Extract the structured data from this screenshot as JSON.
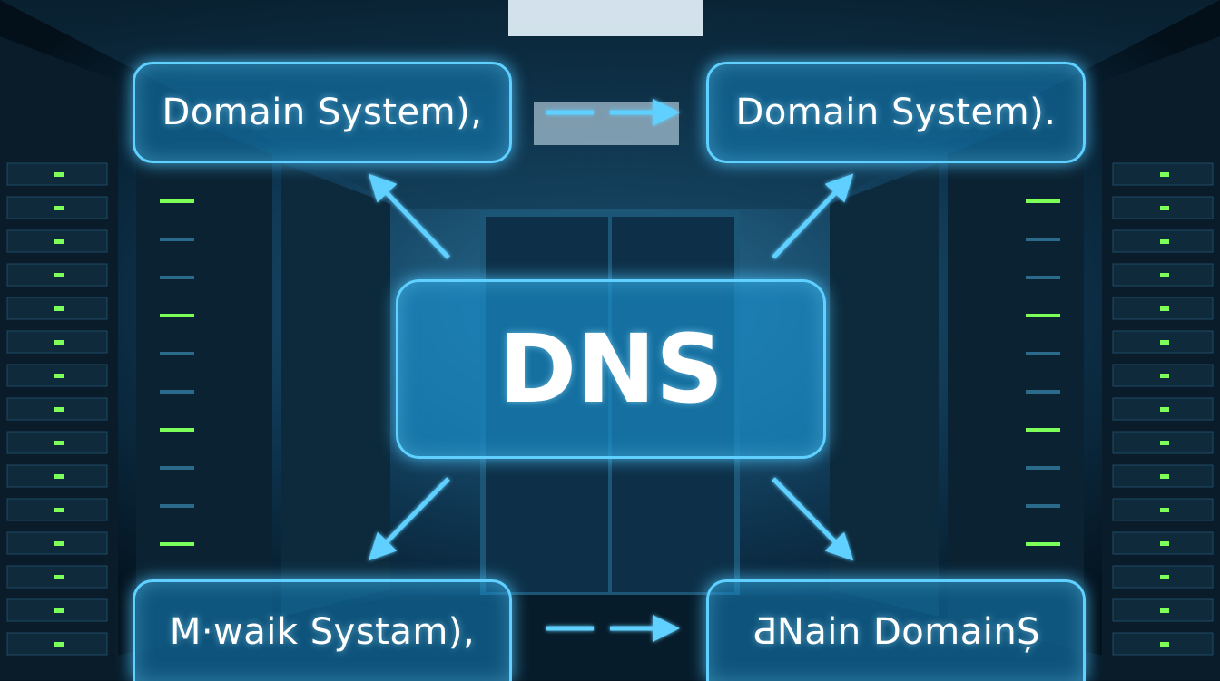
{
  "diagram": {
    "center_label": "DNS",
    "nodes": {
      "top_left": "Domain System),",
      "top_right": "Domain System).",
      "bottom_left": "M·waik Systam),",
      "bottom_right": "ƋNain DomainȘ"
    }
  },
  "colors": {
    "accent": "#5fd0ff",
    "node_fill": "#1482be",
    "background": "#061623",
    "led_green": "#7dff5a"
  },
  "icons": {
    "arrow": "arrow-icon"
  }
}
